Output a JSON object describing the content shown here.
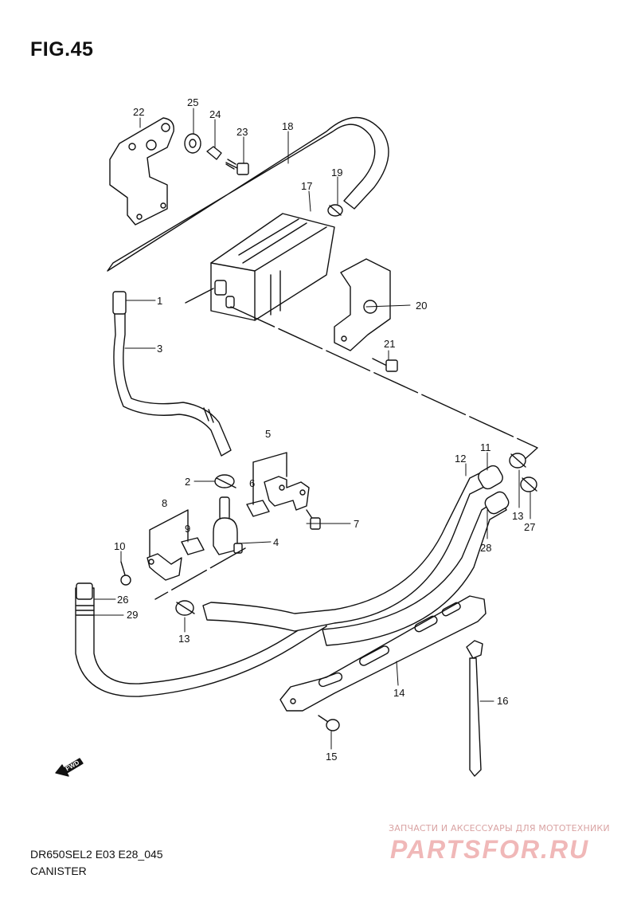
{
  "figure": {
    "title": "FIG.45"
  },
  "footer": {
    "code": "DR650SEL2 E03 E28_045",
    "name": "CANISTER"
  },
  "watermark": {
    "tagline": "ЗАПЧАСТИ И АКСЕССУАРЫ ДЛЯ МОТОТЕХНИКИ",
    "logo": "PARTSFOR.RU"
  },
  "direction_arrow": {
    "label": "FWD"
  },
  "callouts": {
    "p1": "1",
    "p2": "2",
    "p3": "3",
    "p4": "4",
    "p5": "5",
    "p6": "6",
    "p7": "7",
    "p8": "8",
    "p9": "9",
    "p10": "10",
    "p11": "11",
    "p12": "12",
    "p13a": "13",
    "p13b": "13",
    "p14": "14",
    "p15": "15",
    "p16": "16",
    "p17": "17",
    "p18": "18",
    "p19": "19",
    "p20": "20",
    "p21": "21",
    "p22": "22",
    "p23": "23",
    "p24": "24",
    "p25": "25",
    "p26": "26",
    "p27": "27",
    "p28": "28",
    "p29": "29"
  },
  "colors": {
    "line": "#111111",
    "watermark": "#f0b8b8"
  }
}
